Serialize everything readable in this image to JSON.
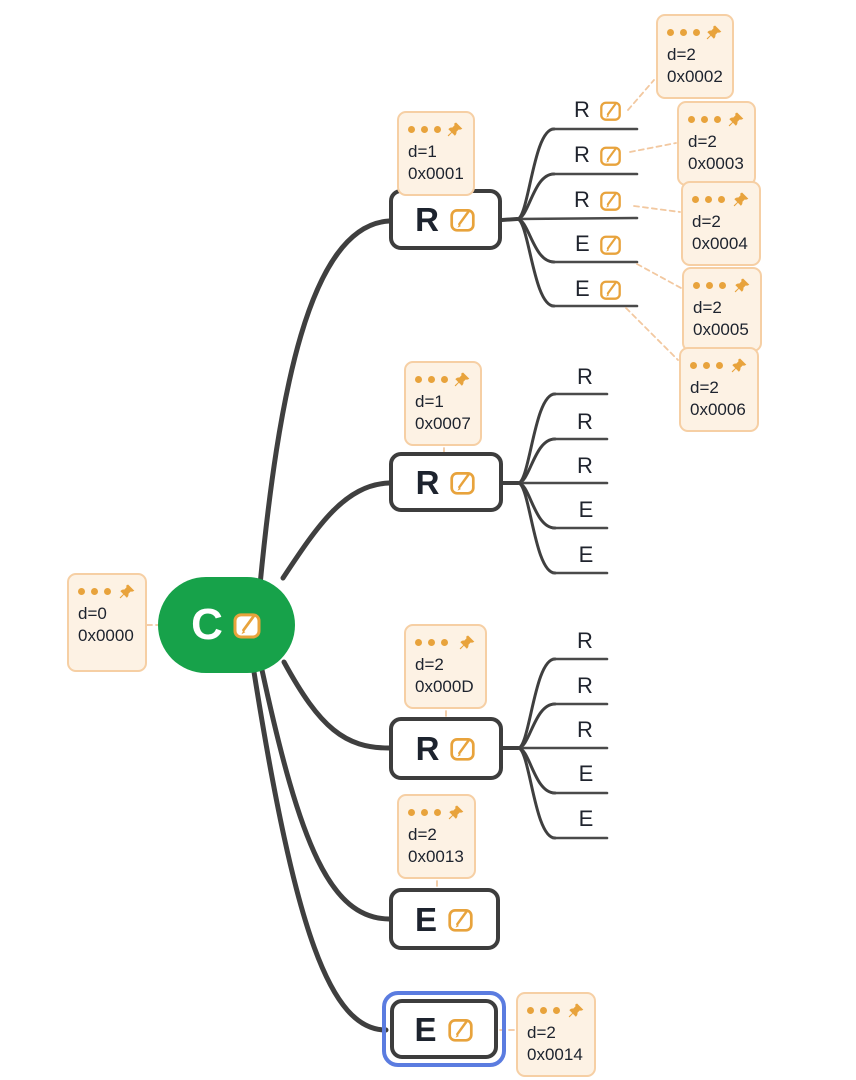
{
  "app": {
    "view": "mind-map-canvas"
  },
  "palette": {
    "root_green": "#17a24a",
    "accent_orange": "#e8a33c",
    "note_card_bg": "#fdf2e4",
    "note_card_border": "#f6cfa4",
    "node_border": "#3d3d3d",
    "branch_line": "#3f3f3f",
    "selection_blue": "#5b7ce0",
    "text_dark": "#1d232e"
  },
  "icons": {
    "edit": "edit-note-icon",
    "pin": "pushpin-icon",
    "dots": "ellipsis-dots-icon"
  },
  "root": {
    "label": "C",
    "note": {
      "depth": "d=0",
      "addr": "0x0000"
    }
  },
  "branches": [
    {
      "label": "R",
      "note": {
        "depth": "d=1",
        "addr": "0x0001"
      },
      "children": [
        {
          "label": "R",
          "note": {
            "depth": "d=2",
            "addr": "0x0002"
          }
        },
        {
          "label": "R",
          "note": {
            "depth": "d=2",
            "addr": "0x0003"
          }
        },
        {
          "label": "R",
          "note": {
            "depth": "d=2",
            "addr": "0x0004"
          }
        },
        {
          "label": "E",
          "note": {
            "depth": "d=2",
            "addr": "0x0005"
          }
        },
        {
          "label": "E",
          "note": {
            "depth": "d=2",
            "addr": "0x0006"
          }
        }
      ]
    },
    {
      "label": "R",
      "note": {
        "depth": "d=1",
        "addr": "0x0007"
      },
      "children": [
        {
          "label": "R"
        },
        {
          "label": "R"
        },
        {
          "label": "R"
        },
        {
          "label": "E"
        },
        {
          "label": "E"
        }
      ]
    },
    {
      "label": "R",
      "note": {
        "depth": "d=2",
        "addr": "0x000D"
      },
      "children": [
        {
          "label": "R"
        },
        {
          "label": "R"
        },
        {
          "label": "R"
        },
        {
          "label": "E"
        },
        {
          "label": "E"
        }
      ]
    },
    {
      "label": "E",
      "note": {
        "depth": "d=2",
        "addr": "0x0013"
      },
      "children": []
    },
    {
      "label": "E",
      "note": {
        "depth": "d=2",
        "addr": "0x0014"
      },
      "children": [],
      "selected": true
    }
  ]
}
